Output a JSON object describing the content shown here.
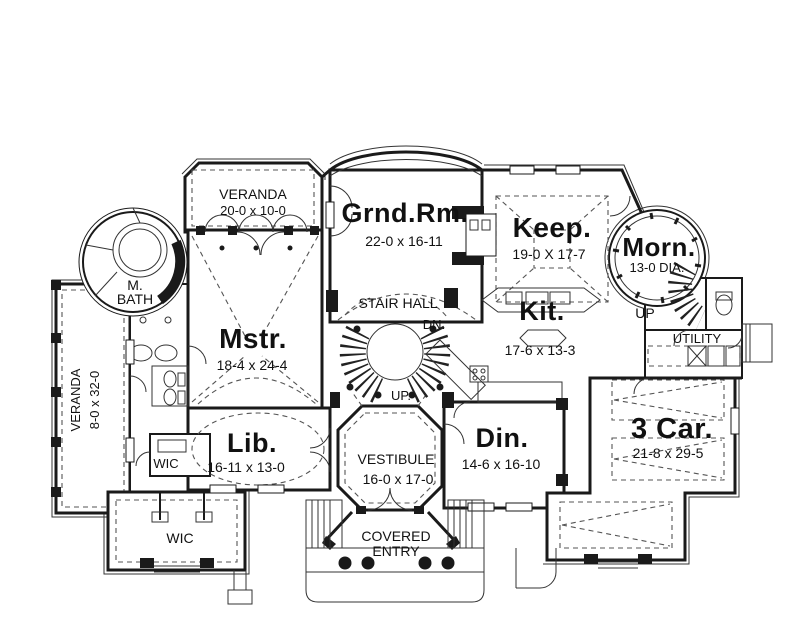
{
  "colors": {
    "wall": "#1a1a1a",
    "dashed_line": "#555555",
    "background": "#ffffff"
  },
  "rooms": {
    "veranda_top": {
      "label": "VERANDA",
      "dims": "20-0 x 10-0"
    },
    "veranda_left": {
      "label": "VERANDA",
      "dims": "8-0 x 32-0"
    },
    "master_bath": {
      "label_line1": "M.",
      "label_line2": "BATH"
    },
    "master": {
      "label": "Mstr.",
      "dims": "18-4 x 24-4"
    },
    "grand_room": {
      "label": "Grnd.Rm.",
      "dims": "22-0 x 16-11"
    },
    "keeping_room": {
      "label": "Keep.",
      "dims": "19-0 X 17-7"
    },
    "morning_room": {
      "label": "Morn.",
      "dims": "13-0 DIA."
    },
    "kitchen": {
      "label": "Kit.",
      "dims": "17-6 x 13-3"
    },
    "stair_hall": {
      "label": "STAIR HALL",
      "down": "DN.",
      "up": "UP."
    },
    "back_stair": {
      "up": "UP"
    },
    "utility": {
      "label": "UTILITY"
    },
    "library": {
      "label": "Lib.",
      "dims": "16-11 x 13-0"
    },
    "wic_1": {
      "label": "WIC"
    },
    "wic_2": {
      "label": "WIC"
    },
    "vestibule": {
      "label": "VESTIBULE",
      "dims": "16-0 x 17-0"
    },
    "dining": {
      "label": "Din.",
      "dims": "14-6 x 16-10"
    },
    "garage": {
      "label": "3 Car.",
      "dims": "21-8 x 29-5"
    },
    "covered_entry": {
      "label_line1": "COVERED",
      "label_line2": "ENTRY"
    }
  }
}
